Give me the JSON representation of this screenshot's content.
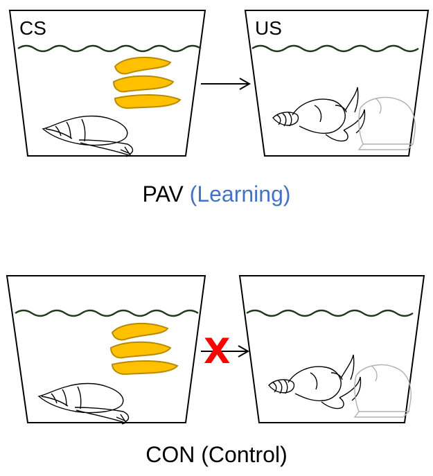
{
  "top_row": {
    "cs_label": "CS",
    "us_label": "US",
    "caption_main": "PAV",
    "caption_paren": "(Learning)",
    "caption_paren_color": "#4472c4"
  },
  "bottom_row": {
    "caption": "CON (Control)",
    "blocked_mark": "X",
    "blocked_mark_color": "#ff0000"
  },
  "colors": {
    "water_line": "#1f3a1a",
    "banana_fill": "#ffc000",
    "banana_stroke": "#b88a00",
    "outline": "#000000",
    "faded_outline": "#b0b0b0"
  }
}
